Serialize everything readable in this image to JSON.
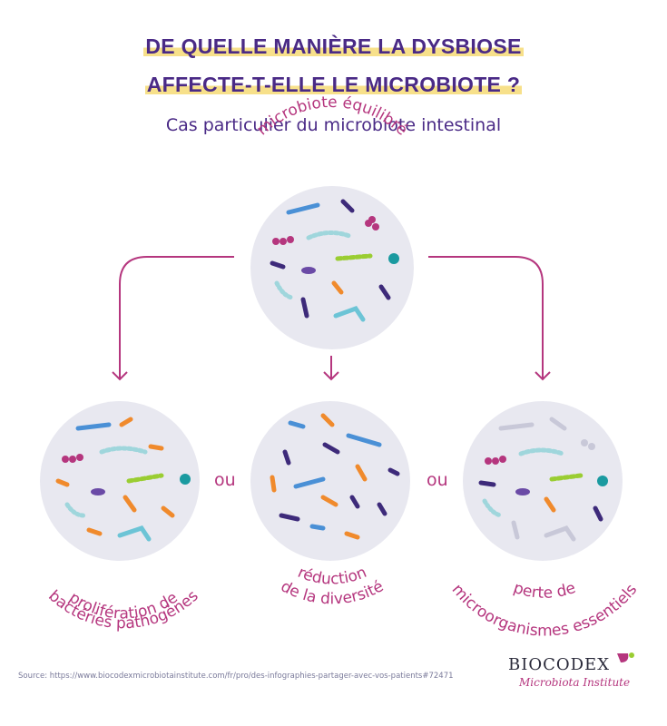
{
  "title": {
    "line1": "DE QUELLE MANIÈRE LA DYSBIOSE",
    "line2": "AFFECTE-T-ELLE LE MICROBIOTE ?"
  },
  "subtitle": "Cas particulier du microbiote intestinal",
  "top_circle": {
    "label": "microbiote équilibré"
  },
  "bottom_circles": [
    {
      "line1": "prolifération de",
      "line2": "bactéries pathogènes"
    },
    {
      "line1": "réduction",
      "line2": "de la diversité"
    },
    {
      "line1": "perte de",
      "line2": "microorganismes essentiels"
    }
  ],
  "connector_word": "ou",
  "source": "Source: https://www.biocodexmicrobiotainstitute.com/fr/pro/des-infographies-partager-avec-vos-patients#72471",
  "logo": {
    "brand": "BIOCODEX",
    "tagline": "Microbiota Institute"
  },
  "colors": {
    "title_purple": "#4a2a86",
    "label_magenta": "#b5367e",
    "highlight_yellow": "#f7e08a",
    "circle_gray": "#e8e8f0"
  }
}
